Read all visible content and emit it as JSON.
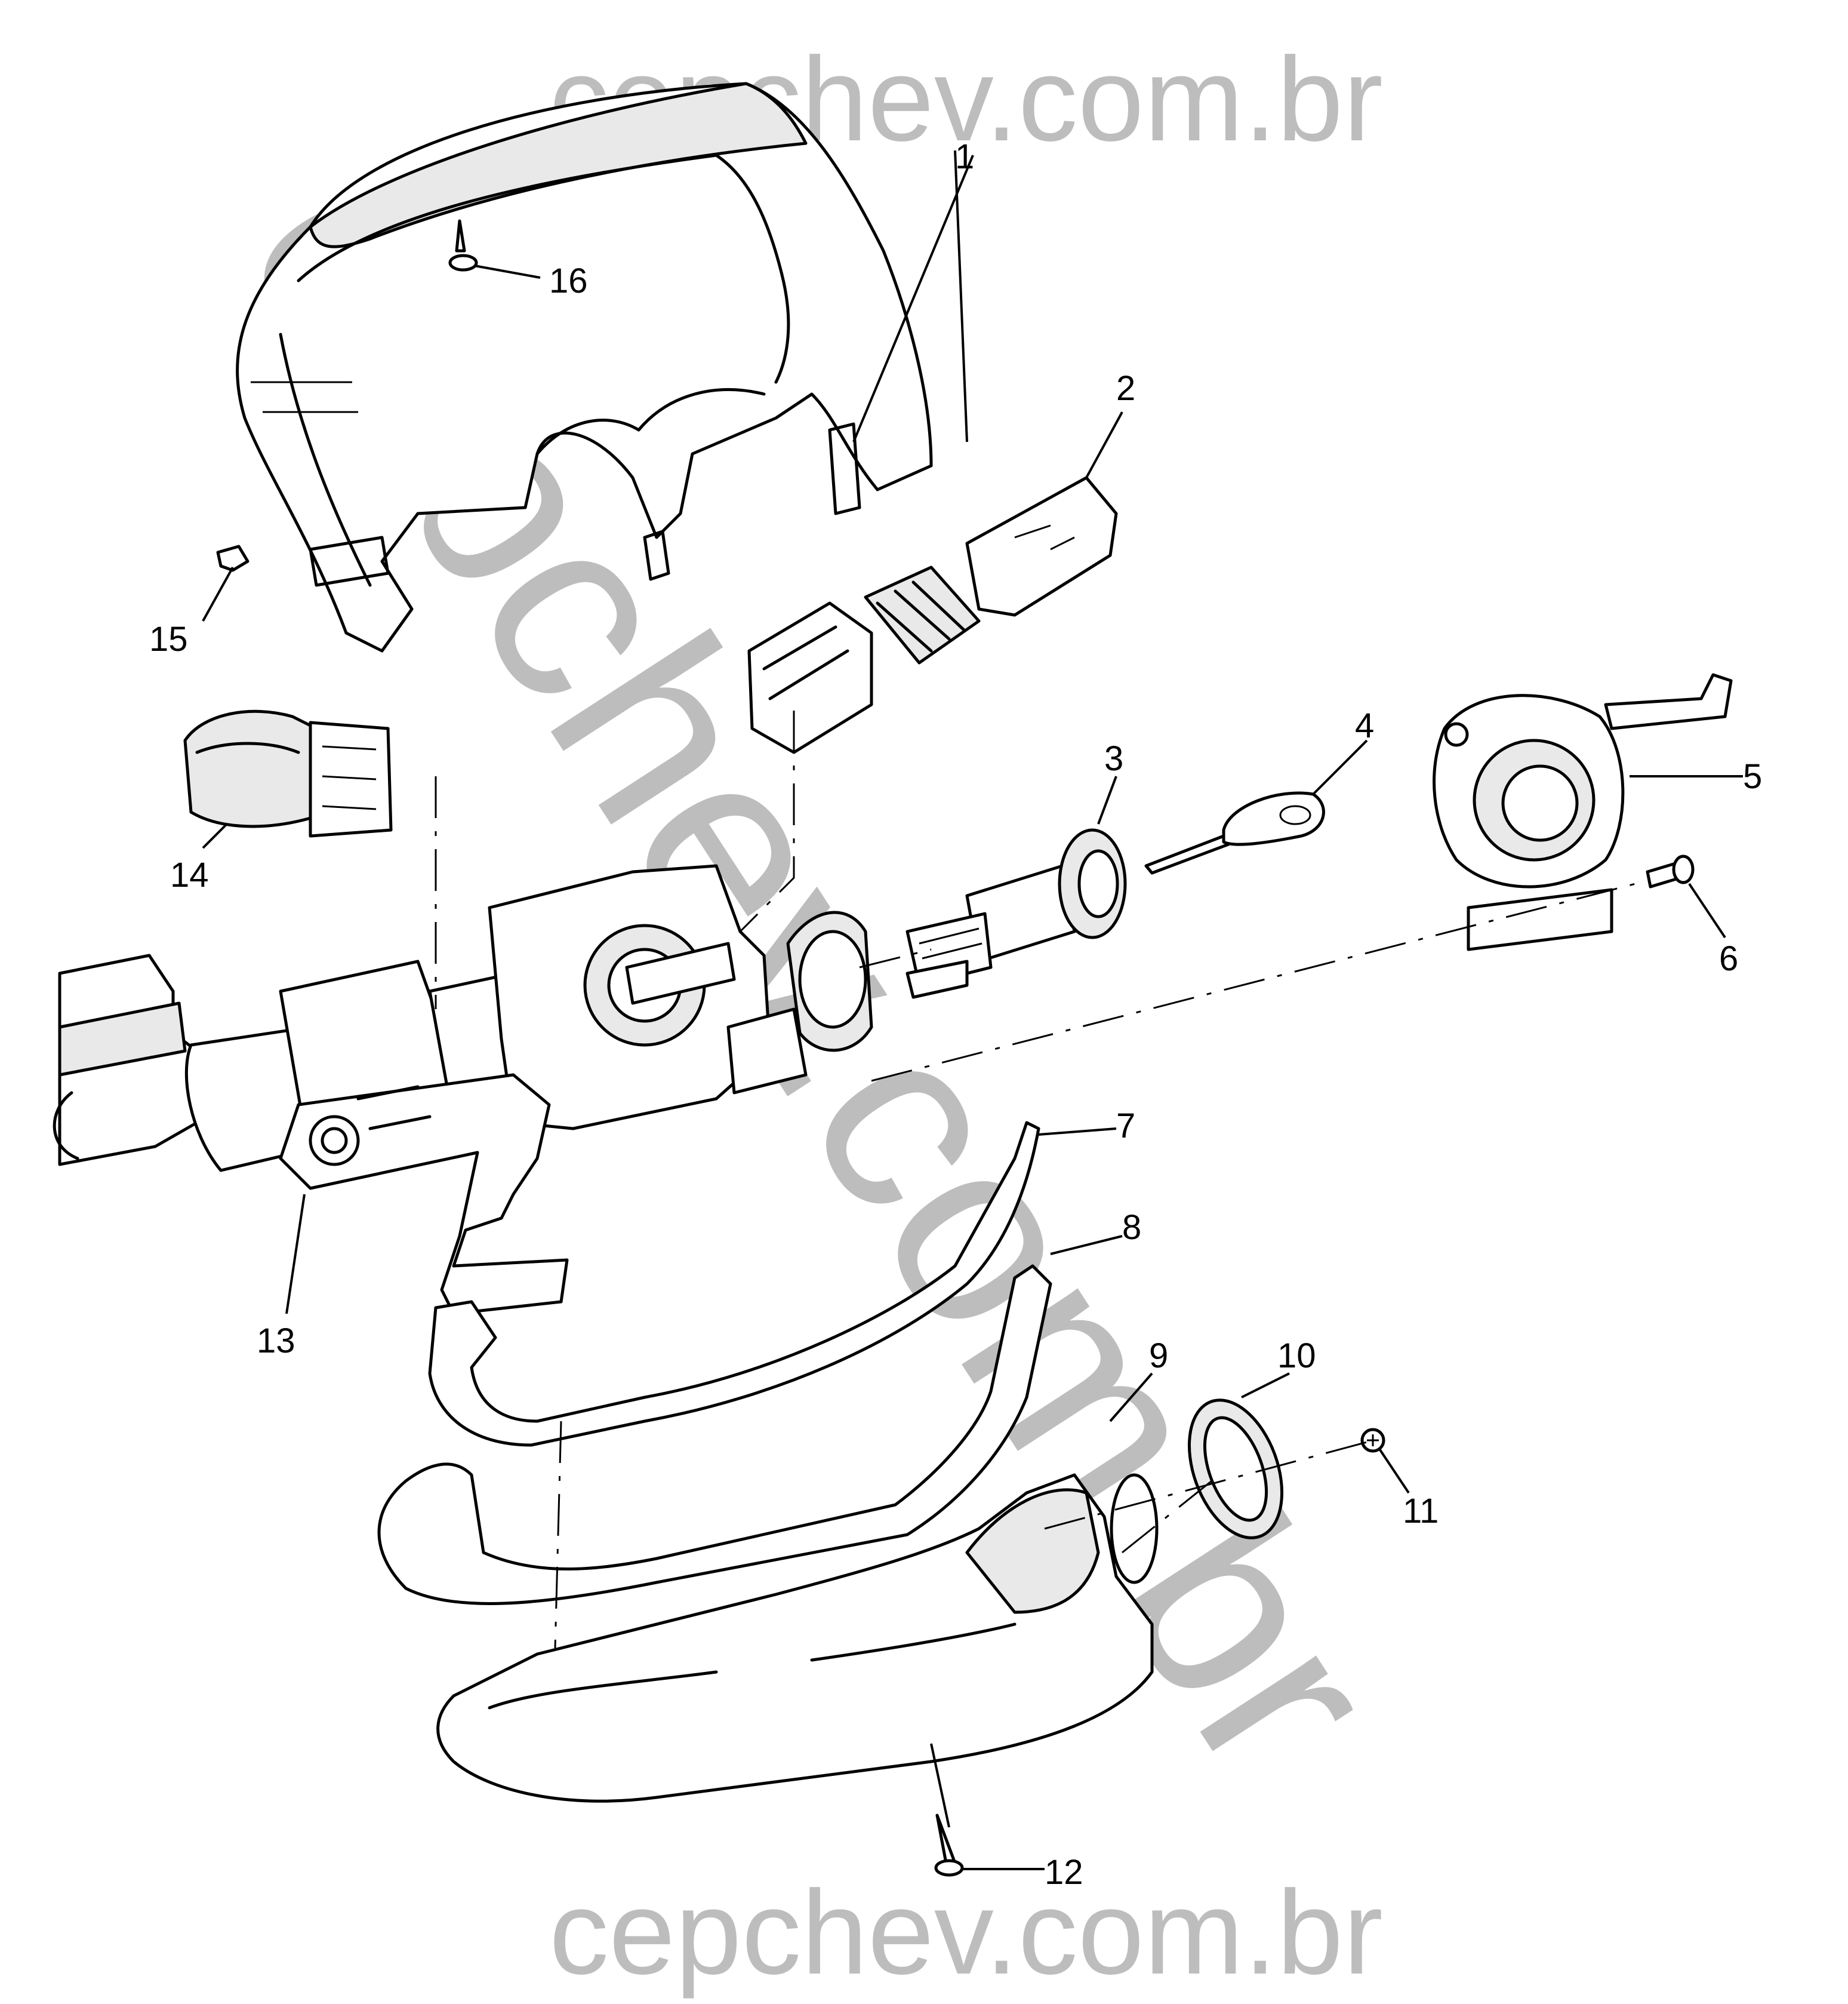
{
  "watermark": {
    "top": "cepchev.com.br",
    "bottom": "cepchev.com.br",
    "diagonal": "cepchev.com.br",
    "color": "#bdbdbd"
  },
  "callouts": [
    "1",
    "2",
    "3",
    "4",
    "5",
    "6",
    "7",
    "8",
    "9",
    "10",
    "11",
    "12",
    "13",
    "14",
    "15",
    "16"
  ],
  "parts": {
    "upper_trim_cover": "upper-trim-cover",
    "turn_signal_switch": "multifunction-switch",
    "lock_cylinder": "ignition-lock-cylinder",
    "key": "ignition-key",
    "clock_spring": "steering-wheel-clock-spring"
  }
}
